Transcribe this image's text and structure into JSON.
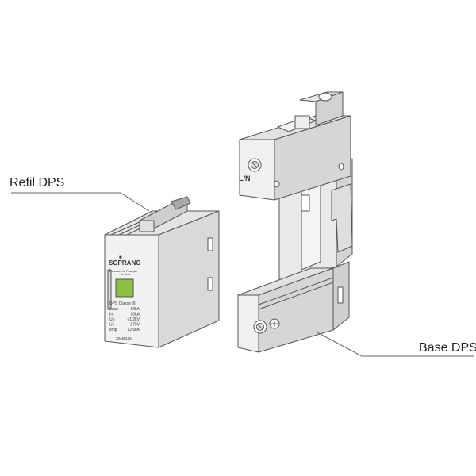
{
  "callouts": {
    "refil": "Refil DPS",
    "base": "Base DPS"
  },
  "refil_module": {
    "brand": "SOPRANO",
    "subtitle_line1": "Dispositivo de Proteção",
    "subtitle_line2": "de Surto",
    "class_label": "DPS Classe I/II",
    "specs": [
      {
        "key": "Imax",
        "value": "60kA"
      },
      {
        "key": "In",
        "value": "30kA"
      },
      {
        "key": "Up",
        "value": "≤1,2kV"
      },
      {
        "key": "Uc",
        "value": "275V"
      },
      {
        "key": "Iimp",
        "value": "12,5kA"
      }
    ],
    "code": "30460115"
  },
  "base_module": {
    "terminal_label": "L/N"
  },
  "colors": {
    "body_fill": "#ebebeb",
    "body_shade": "#d9d9d9",
    "outline": "#555555",
    "indicator_window": "#8bbf3f",
    "lever": "#a9a9a9"
  }
}
